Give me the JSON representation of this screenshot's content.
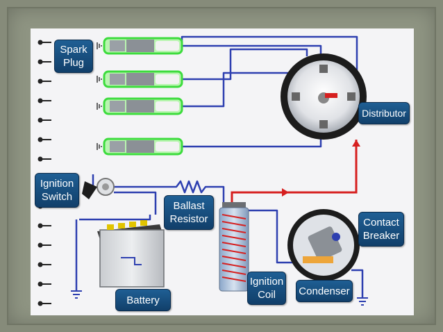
{
  "labels": {
    "spark_plug": "Spark\nPlug",
    "distributor": "Distributor",
    "ignition_switch": "Ignition\nSwitch",
    "ballast_resistor": "Ballast\nResistor",
    "contact_breaker": "Contact\nBreaker",
    "battery": "Battery",
    "ignition_coil": "Ignition\nCoil",
    "condenser": "Condenser"
  },
  "colors": {
    "wire_low_tension": "#2d3fb0",
    "wire_high_tension": "#d61f1f",
    "callout_bg": "#174e80",
    "spark_plug_glow": "#3ddc3d",
    "distributor_cap": "#1c1c1c"
  },
  "components": {
    "spark_plug_count": 4,
    "icons": [
      "spark-plug-icon",
      "distributor-icon",
      "ignition-key-icon",
      "resistor-icon",
      "battery-icon",
      "ignition-coil-icon",
      "contact-breaker-icon",
      "ground-icon"
    ]
  }
}
